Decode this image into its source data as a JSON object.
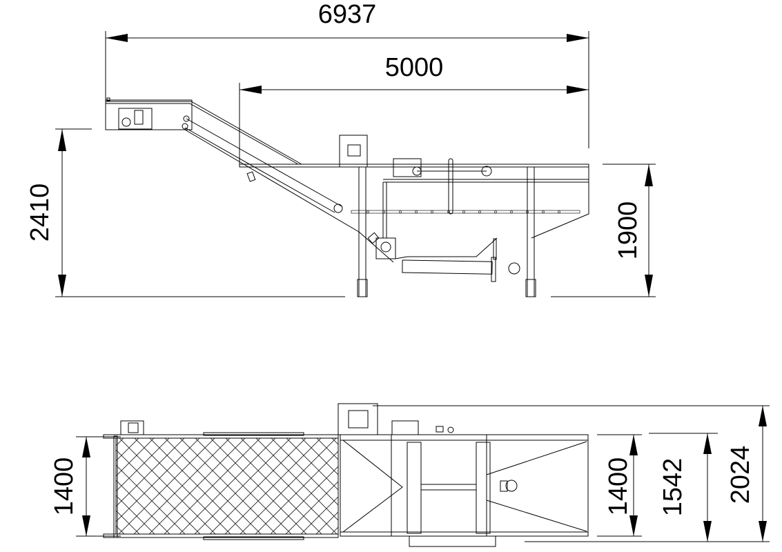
{
  "side_view": {
    "dims": {
      "overall_length": "6937",
      "tank_length": "5000",
      "overall_height": "2410",
      "tank_height": "1900"
    }
  },
  "top_view": {
    "dims": {
      "conveyor_width": "1400",
      "tank_width": "1400",
      "frame_width": "1542",
      "overall_width": "2024"
    }
  }
}
